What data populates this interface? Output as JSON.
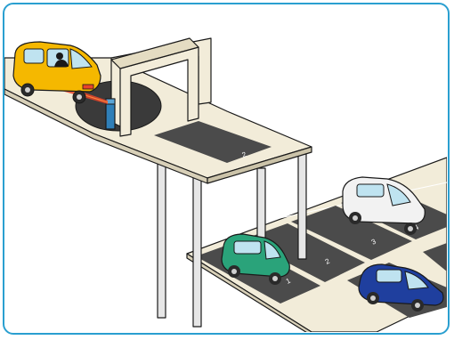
{
  "colors": {
    "frame_border": "#2a9fd0",
    "deck": "#f2ecd9",
    "space_dark": "#4b4b4b",
    "car_yellow": "#f5b800",
    "car_white": "#f2f2f2",
    "car_teal": "#2aa37a",
    "car_blue": "#1f3f9e",
    "scan_beam": "#e8442a",
    "scanner_device": "#2f7fb8"
  },
  "icons": {
    "entrance_car": "yellow-van-icon",
    "driver": "driver-silhouette-icon",
    "scanner": "license-plate-scanner-icon",
    "parked_1": "white-car-icon",
    "parked_2": "teal-car-icon",
    "parked_3": "blue-car-icon"
  },
  "space_numbers": {
    "entrance_pad": "2",
    "space_a": "1",
    "space_b": "2",
    "space_c": "3",
    "space_d": "4"
  }
}
